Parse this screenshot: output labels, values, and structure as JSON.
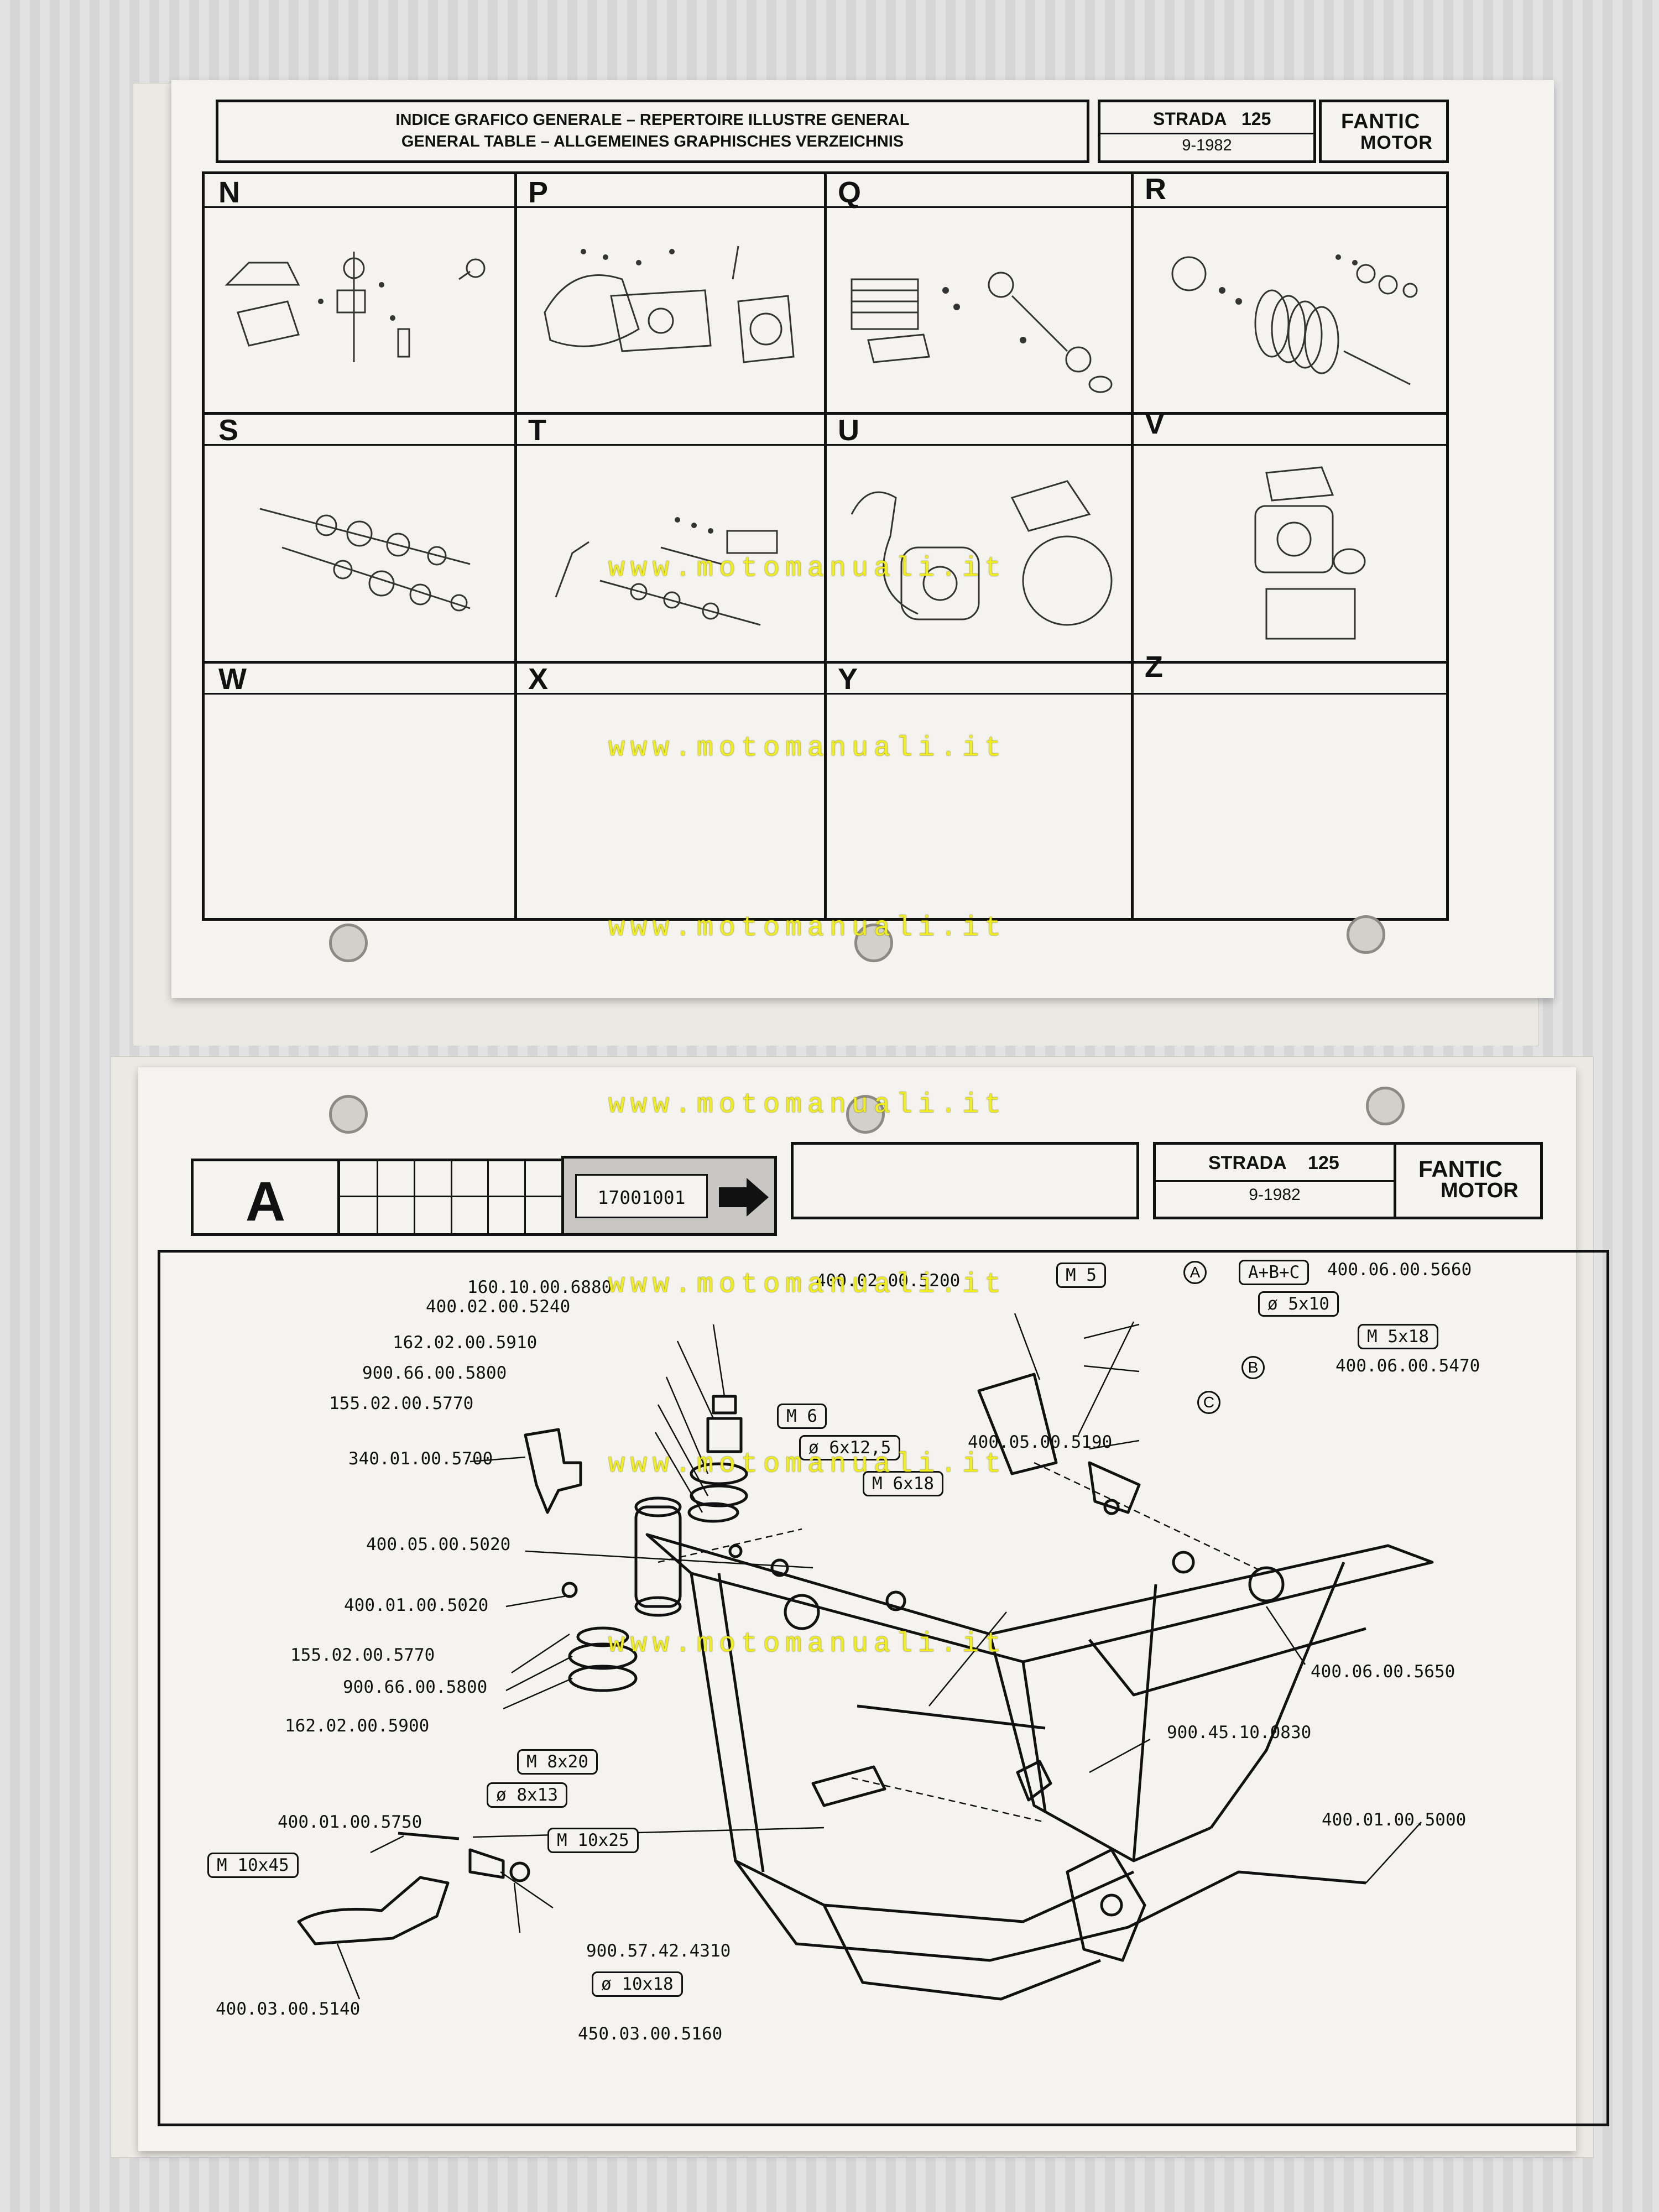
{
  "top_sheet": {
    "title_line1": "INDICE GRAFICO GENERALE – REPERTOIRE ILLUSTRE GENERAL",
    "title_line2": "GENERAL TABLE – ALLGEMEINES GRAPHISCHES VERZEICHNIS",
    "model": "STRADA",
    "model_cc": "125",
    "date": "9-1982",
    "brand_line1": "FANTIC",
    "brand_line2": "MOTOR",
    "cells": [
      "N",
      "P",
      "Q",
      "R",
      "S",
      "T",
      "U",
      "V",
      "W",
      "X",
      "Y",
      "Z"
    ]
  },
  "bottom_sheet": {
    "section_letter": "A",
    "page_code": "17001001",
    "model": "STRADA",
    "model_cc": "125",
    "date": "9-1982",
    "brand_line1": "FANTIC",
    "brand_line2": "MOTOR",
    "part_labels": {
      "p1": "160.10.00.6880",
      "p2": "400.02.00.5240",
      "p3": "162.02.00.5910",
      "p4": "900.66.00.5800",
      "p5": "155.02.00.5770",
      "p6": "340.01.00.5700",
      "p7": "400.05.00.5020",
      "p8": "400.01.00.5020",
      "p9": "155.02.00.5770",
      "p10": "900.66.00.5800",
      "p11": "162.02.00.5900",
      "p12": "400.01.00.5750",
      "p13": "400.03.00.5140",
      "p14": "450.03.00.5160",
      "p15": "900.57.42.4310",
      "p16": "400.02.00.5200",
      "p17": "400.06.00.5660",
      "p18": "400.06.00.5470",
      "p19": "400.05.00.5190",
      "p20": "400.06.00.5650",
      "p21": "900.45.10.0830",
      "p22": "400.01.00.5000"
    },
    "tags": {
      "t1": "M 5",
      "t2": "A+B+C",
      "t3": "ø 5x10",
      "t4": "M 5x18",
      "t5": "M 6",
      "t6": "ø 6x12,5",
      "t7": "M 6x18",
      "t8": "M 8x20",
      "t9": "ø 8x13",
      "t10": "M 10x25",
      "t11": "M 10x45",
      "t12": "ø 10x18"
    },
    "circles": {
      "a": "A",
      "b": "B",
      "c": "C"
    }
  },
  "watermark": "www.motomanuali.it"
}
